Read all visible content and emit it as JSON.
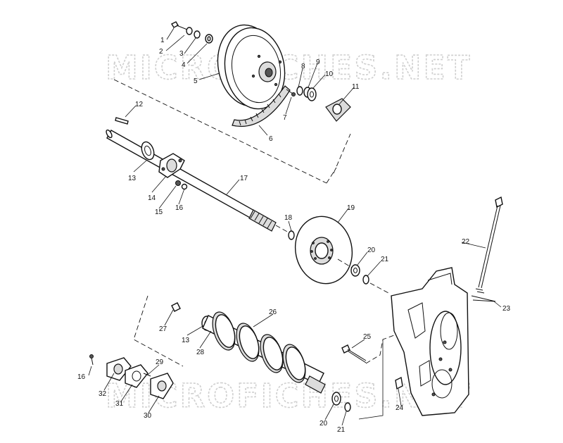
{
  "watermark": "MICROFICHES.NET",
  "callouts": [
    {
      "id": "1",
      "text": "1"
    },
    {
      "id": "2",
      "text": "2"
    },
    {
      "id": "3",
      "text": "3"
    },
    {
      "id": "4",
      "text": "4"
    },
    {
      "id": "5",
      "text": "5"
    },
    {
      "id": "6",
      "text": "6"
    },
    {
      "id": "7",
      "text": "7"
    },
    {
      "id": "8",
      "text": "8"
    },
    {
      "id": "9",
      "text": "9"
    },
    {
      "id": "10",
      "text": "10"
    },
    {
      "id": "11",
      "text": "11"
    },
    {
      "id": "12",
      "text": "12"
    },
    {
      "id": "13a",
      "text": "13"
    },
    {
      "id": "14",
      "text": "14"
    },
    {
      "id": "15",
      "text": "15"
    },
    {
      "id": "16a",
      "text": "16"
    },
    {
      "id": "17",
      "text": "17"
    },
    {
      "id": "18",
      "text": "18"
    },
    {
      "id": "19",
      "text": "19"
    },
    {
      "id": "20a",
      "text": "20"
    },
    {
      "id": "21a",
      "text": "21"
    },
    {
      "id": "22",
      "text": "22"
    },
    {
      "id": "23",
      "text": "23"
    },
    {
      "id": "24",
      "text": "24"
    },
    {
      "id": "25",
      "text": "25"
    },
    {
      "id": "26",
      "text": "26"
    },
    {
      "id": "27",
      "text": "27"
    },
    {
      "id": "13b",
      "text": "13"
    },
    {
      "id": "28",
      "text": "28"
    },
    {
      "id": "29",
      "text": "29"
    },
    {
      "id": "16b",
      "text": "16"
    },
    {
      "id": "32",
      "text": "32"
    },
    {
      "id": "31",
      "text": "31"
    },
    {
      "id": "30",
      "text": "30"
    },
    {
      "id": "20b",
      "text": "20"
    },
    {
      "id": "21b",
      "text": "21"
    }
  ]
}
